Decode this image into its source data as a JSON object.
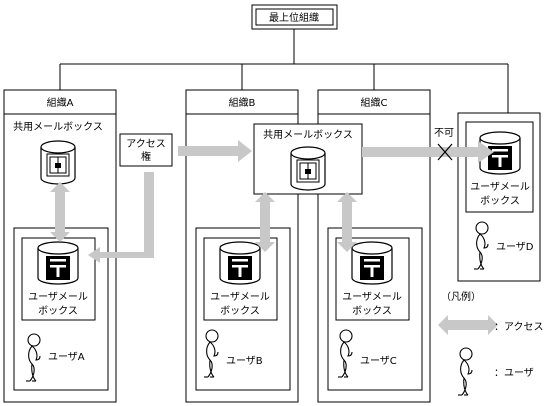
{
  "top_org": "最上位組織",
  "orgs": [
    "組織A",
    "組織B",
    "組織C"
  ],
  "shared_mailbox": "共用メールボックス",
  "access_right": [
    "アクセス",
    "権"
  ],
  "not_allowed": "不可",
  "user_mailbox": [
    "ユーザメール",
    "ボックス"
  ],
  "users": [
    "ユーザA",
    "ユーザB",
    "ユーザC",
    "ユーザD"
  ],
  "legend": {
    "title": "（凡例）",
    "access": "：アクセス",
    "user": "：ユーザ"
  },
  "colors": {
    "arrow": "#c8c8c8",
    "line": "#000000"
  }
}
